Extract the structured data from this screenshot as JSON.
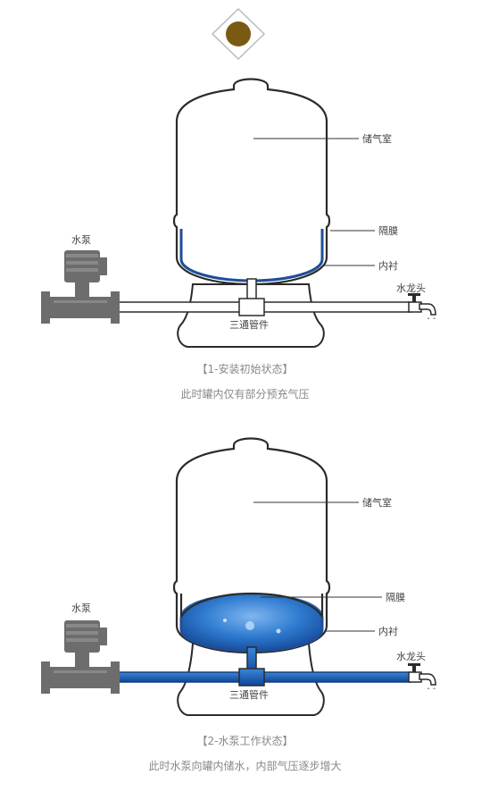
{
  "colors": {
    "outline": "#2b2b2b",
    "pump_gray": "#6d6d6d",
    "membrane_blue": "#1f4e9a",
    "water_blue": "#1c5fb0",
    "badge_brown": "#7a5a12",
    "text_gray": "#888888"
  },
  "icons": [
    "logo-badge-icon",
    "water-pump-icon",
    "faucet-icon",
    "pressure-tank-icon"
  ],
  "diagram1": {
    "labels": {
      "air_chamber": "储气室",
      "diaphragm": "隔膜",
      "liner": "内衬",
      "pump": "水泵",
      "faucet": "水龙头",
      "tee": "三通管件"
    },
    "caption_title": "【1-安装初始状态】",
    "caption_desc": "此时罐内仅有部分预充气压"
  },
  "diagram2": {
    "labels": {
      "air_chamber": "储气室",
      "diaphragm": "隔膜",
      "liner": "内衬",
      "pump": "水泵",
      "faucet": "水龙头",
      "tee": "三通管件"
    },
    "caption_title": "【2-水泵工作状态】",
    "caption_desc": "此时水泵向罐内储水，内部气压逐步增大"
  }
}
